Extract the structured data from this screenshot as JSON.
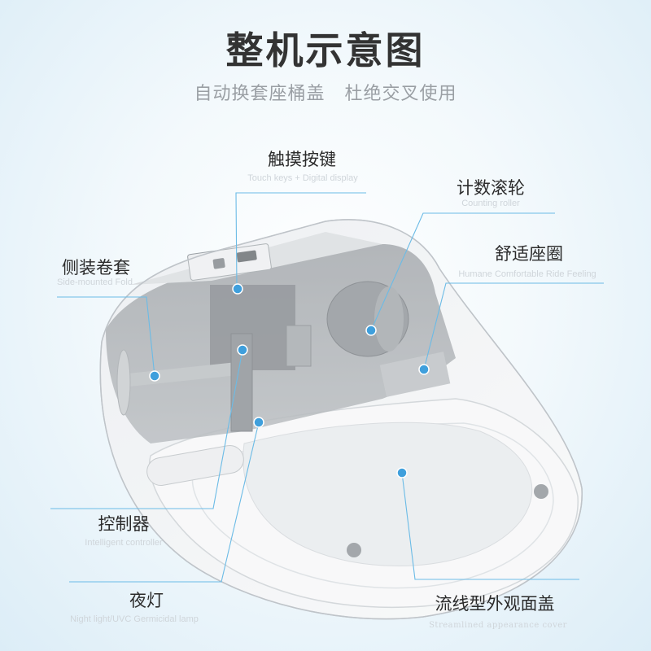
{
  "title": "整机示意图",
  "subtitle": "自动换套座桶盖   杜绝交叉使用",
  "colors": {
    "accent": "#3f9fdc",
    "line": "#6bbbe6",
    "title": "#333333",
    "subtitle": "#9a9fa4",
    "sub_label": "#cfd5da"
  },
  "callouts": {
    "touch_keys": {
      "label": "触摸按键",
      "sub": "Touch keys + Digital display"
    },
    "counting_roller": {
      "label": "计数滚轮",
      "sub": "Counting roller"
    },
    "comfort_ring": {
      "label": "舒适座圈",
      "sub": "Humane Comfortable Ride Feeling"
    },
    "side_fold": {
      "label": "侧装卷套",
      "sub": "Side-mounted Fold"
    },
    "controller": {
      "label": "控制器",
      "sub": "Intelligent controller"
    },
    "night_light": {
      "label": "夜灯",
      "sub": "Night light/UVC Germicidal lamp"
    },
    "cover": {
      "label": "流线型外观面盖",
      "sub": "Streamlined appearance cover"
    }
  }
}
